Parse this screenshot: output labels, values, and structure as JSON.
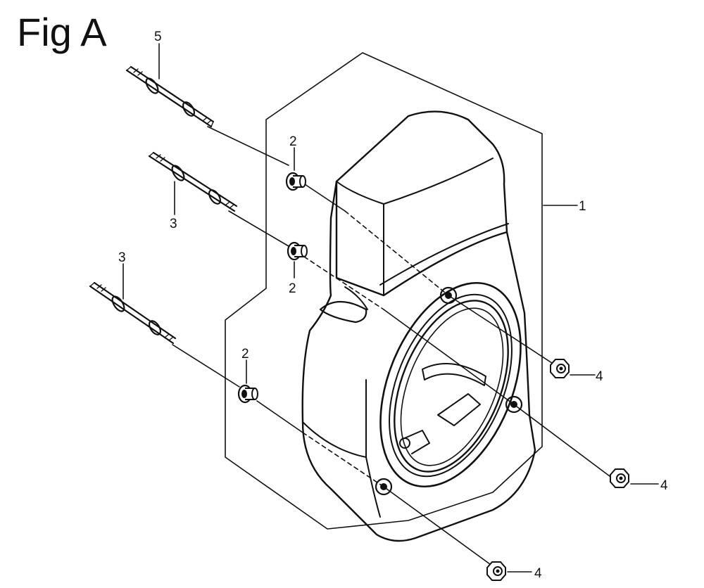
{
  "figure": {
    "title": "Fig A"
  },
  "callouts": {
    "c1": "1",
    "c2a": "2",
    "c2b": "2",
    "c2c": "2",
    "c3a": "3",
    "c3b": "3",
    "c4a": "4",
    "c4b": "4",
    "c4c": "4",
    "c5": "5"
  }
}
